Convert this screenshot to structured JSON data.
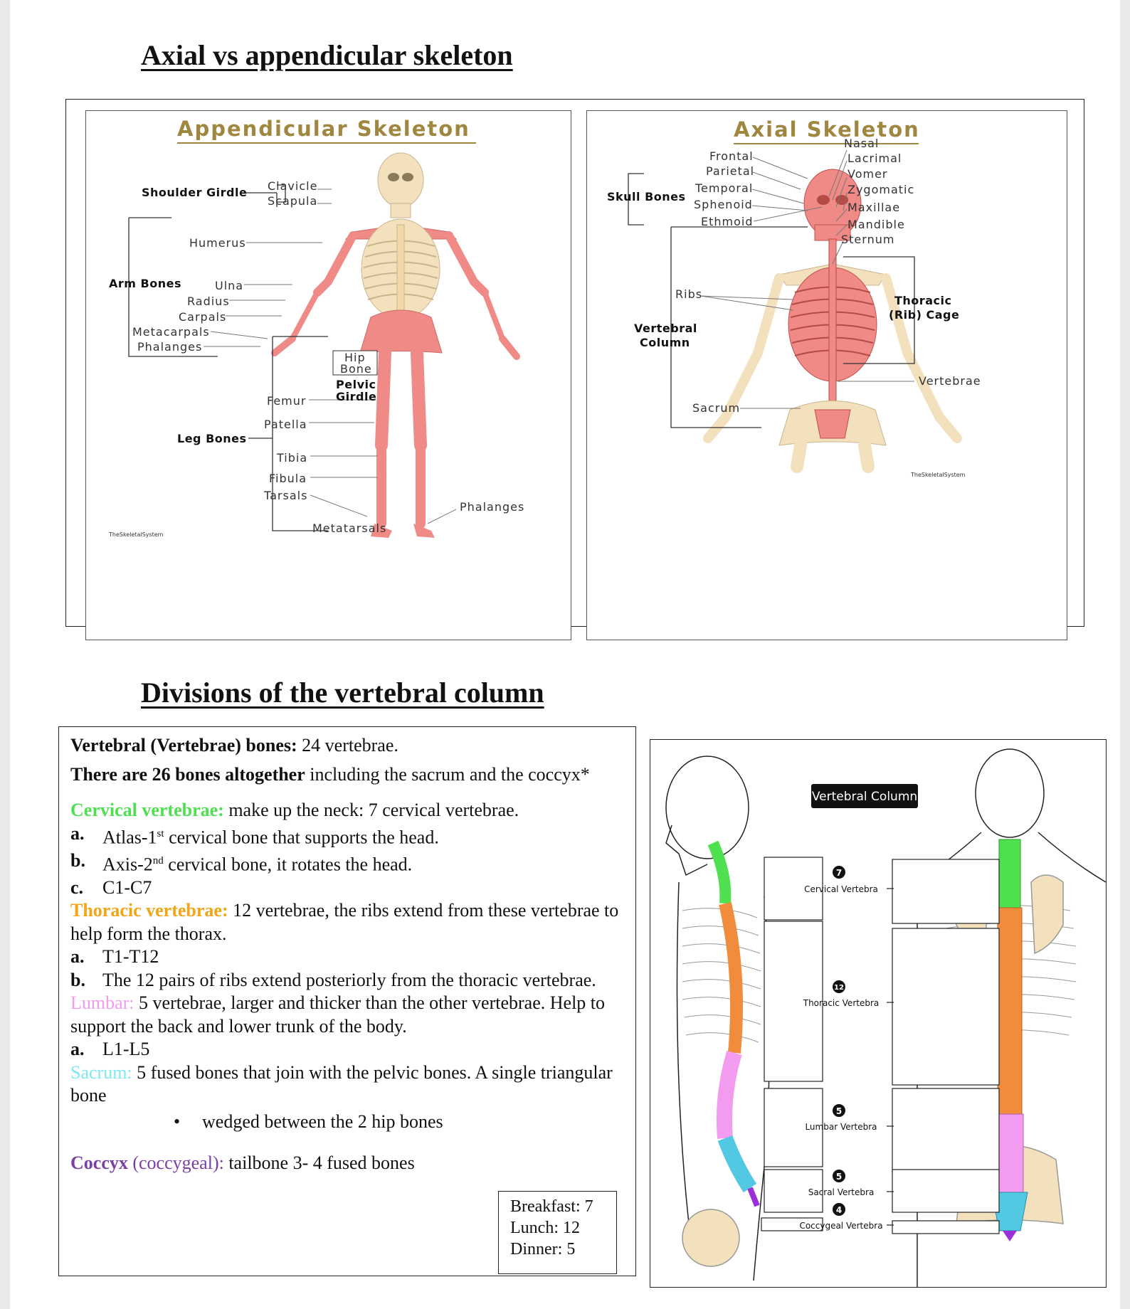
{
  "headings": {
    "axial_vs_appendicular": "Axial vs appendicular skeleton",
    "divisions": "Divisions of the vertebral column"
  },
  "appendicular": {
    "title": "Appendicular Skeleton",
    "shoulder_girdle": "Shoulder Girdle",
    "clavicle": "Clavicle",
    "scapula": "Scapula",
    "humerus": "Humerus",
    "arm_bones": "Arm Bones",
    "ulna": "Ulna",
    "radius": "Radius",
    "carpals": "Carpals",
    "metacarpals": "Metacarpals",
    "phalanges_hand": "Phalanges",
    "hip_bone_1": "Hip",
    "hip_bone_2": "Bone",
    "pelvic_girdle_1": "Pelvic",
    "pelvic_girdle_2": "Girdle",
    "femur": "Femur",
    "patella": "Patella",
    "leg_bones": "Leg Bones",
    "tibia": "Tibia",
    "fibula": "Fibula",
    "tarsals": "Tarsals",
    "phalanges_foot": "Phalanges",
    "metatarsals": "Metatarsals",
    "watermark": "TheSkeletalSystem"
  },
  "axial": {
    "title": "Axial Skeleton",
    "skull_bones": "Skull Bones",
    "frontal": "Frontal",
    "parietal": "Parietal",
    "temporal": "Temporal",
    "sphenoid": "Sphenoid",
    "ethmoid": "Ethmoid",
    "nasal": "Nasal",
    "lacrimal": "Lacrimal",
    "vomer": "Vomer",
    "zygomatic": "Zygomatic",
    "maxillae": "Maxillae",
    "mandible": "Mandible",
    "sternum": "Sternum",
    "ribs": "Ribs",
    "vertebral_column_1": "Vertebral",
    "vertebral_column_2": "Column",
    "thoracic_cage_1": "Thoracic",
    "thoracic_cage_2": "(Rib) Cage",
    "vertebrae": "Vertebrae",
    "sacrum": "Sacrum",
    "watermark": "TheSkeletalSystem"
  },
  "notes": {
    "l1_bold": "Vertebral (Vertebrae) bones:",
    "l1_rest": " 24 vertebrae.",
    "l2_bold": "There are 26 bones altogether",
    "l2_rest": " including the sacrum and the coccyx*",
    "cervical_label": "Cervical vertebrae:",
    "cervical_text": " make up the neck: 7 cervical vertebrae.",
    "cervical_a_pre": "Atlas-1",
    "cervical_a_sup": "st",
    "cervical_a_post": " cervical bone that supports the head.",
    "cervical_b_pre": "Axis-2",
    "cervical_b_sup": "nd",
    "cervical_b_post": " cervical bone, it rotates the head.",
    "cervical_c": "C1-C7",
    "thoracic_label": "Thoracic vertebrae:",
    "thoracic_text": " 12 vertebrae, the ribs extend from these vertebrae to help form the thorax.",
    "thoracic_a": "T1-T12",
    "thoracic_b": "The 12 pairs of ribs extend posteriorly from the thoracic vertebrae.",
    "lumbar_label": "Lumbar:",
    "lumbar_text": " 5 vertebrae, larger and thicker than the other vertebrae. Help to support the back and lower trunk of the body.",
    "lumbar_a": "L1-L5",
    "sacrum_label": "Sacrum:",
    "sacrum_text": " 5 fused bones that join with the pelvic bones. A single triangular bone",
    "sacrum_bullet": "wedged between the 2 hip bones",
    "coccyx_label": "Coccyx",
    "coccyx_paren": " (coccygeal):",
    "coccyx_text": " tailbone 3- 4 fused bones",
    "marker_a": "a.",
    "marker_b": "b.",
    "marker_c": "c.",
    "bullet_dot": "•"
  },
  "meals": {
    "breakfast": "Breakfast: 7",
    "lunch": "Lunch: 12",
    "dinner": "Dinner: 5"
  },
  "spine_diagram": {
    "title": "Vertebral Column",
    "cervical_count": "7",
    "cervical": "Cervical Vertebra",
    "thoracic_count": "12",
    "thoracic": "Thoracic Vertebra",
    "lumbar_count": "5",
    "lumbar": "Lumbar Vertebra",
    "sacral_count": "5",
    "sacral": "Sacral Vertebra",
    "coccygeal_count": "4",
    "coccygeal": "Coccygeal Vertebra"
  },
  "colors": {
    "bone_highlight": "#ef8a86",
    "bone_base": "#f3e0bd",
    "cervical": "#4ee04e",
    "thoracic": "#f08c3c",
    "lumbar": "#f39bef",
    "sacral": "#52c8e3",
    "coccygeal": "#9b2fd8",
    "title_gold": "#a08740"
  }
}
